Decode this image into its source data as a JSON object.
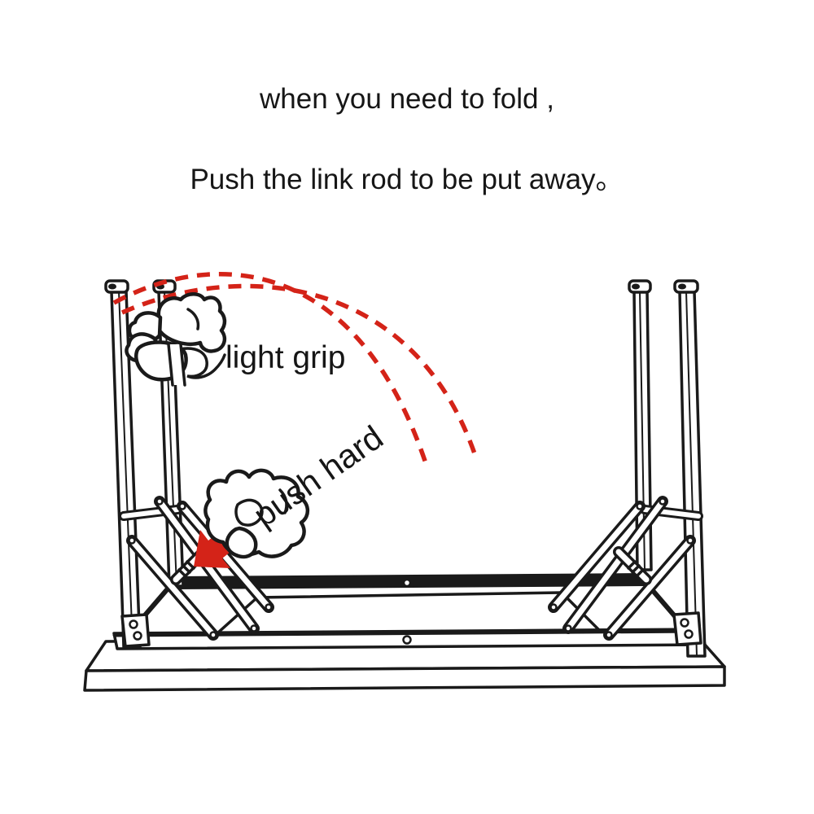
{
  "captions": {
    "line1": "when you need to fold ,",
    "line2": "Push the link rod to be put away。"
  },
  "labels": {
    "light_grip": "light grip",
    "push_hard": "push hard"
  },
  "figures": {
    "grip_hand": "hand-gripping-leg",
    "push_hand": "fist-pushing-link-rod",
    "fold_arrow": "red-arrow-to-link-rod",
    "fold_paths": "red-dashed-fold-arcs"
  },
  "colors": {
    "line_art": "#1a1a1a",
    "accent_red": "#d42318",
    "background": "#ffffff"
  }
}
